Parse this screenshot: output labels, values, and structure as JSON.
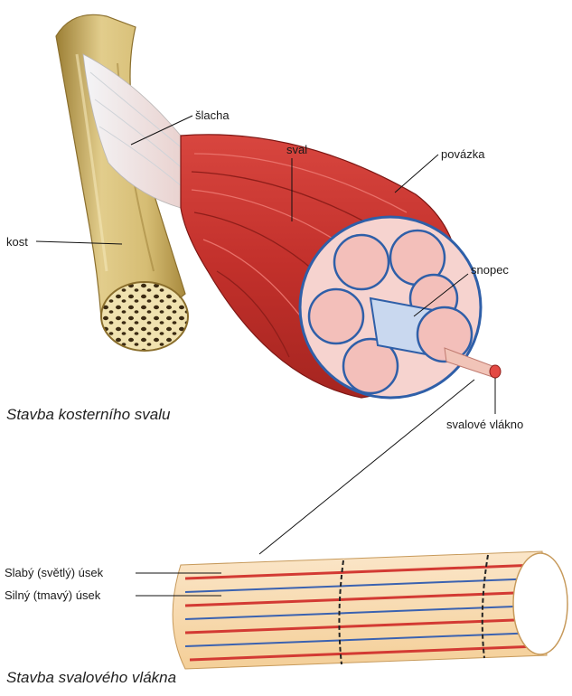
{
  "labels": {
    "tendon": "šlacha",
    "muscle": "sval",
    "fascia": "povázka",
    "bone": "kost",
    "bundle": "snopec",
    "fiber": "svalové vlákno",
    "light_band": "Slabý (světlý) úsek",
    "dark_band": "Silný (tmavý) úsek"
  },
  "captions": {
    "muscle_structure": "Stavba kosterního svalu",
    "fiber_structure": "Stavba svalového vlákna"
  },
  "colors": {
    "bone": "#d9c27c",
    "bone_dark": "#b89a4c",
    "muscle": "#c8302c",
    "muscle_dark": "#9e1f1c",
    "tendon": "#e9ecef",
    "membrane": "#2f5fa8",
    "bundle_fill": "#f3c3bf",
    "band_red": "#d33a33",
    "band_blue": "#3b62b0",
    "band_tan": "#f2c27a"
  }
}
